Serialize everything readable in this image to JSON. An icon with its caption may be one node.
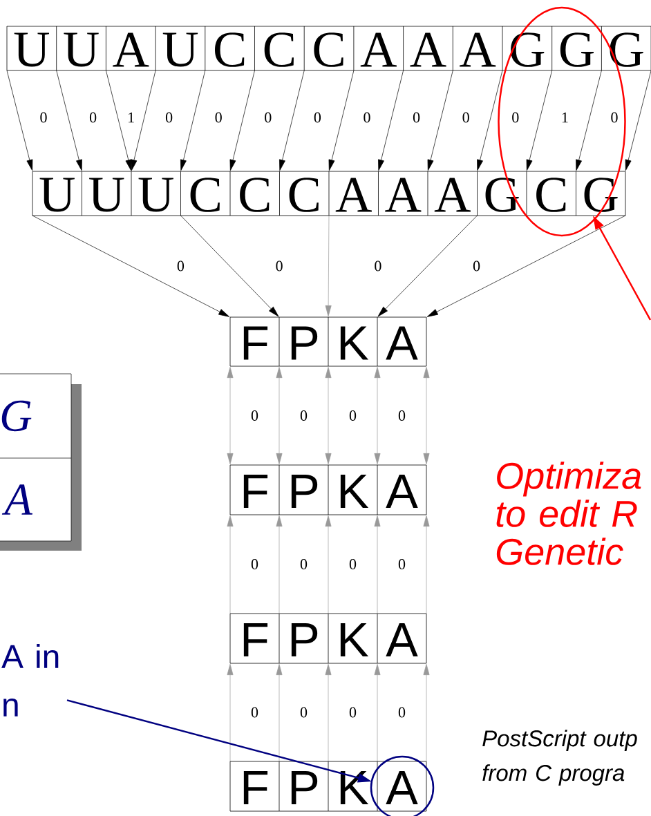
{
  "diagram": {
    "nodes": [
      {
        "text": [
          "U",
          "U",
          "A",
          "U",
          "C",
          "C",
          "C",
          "A",
          "A",
          "A",
          "G",
          "G",
          "G"
        ]
      },
      {
        "text": [
          "U",
          "U",
          "U",
          "C",
          "C",
          "C",
          "A",
          "A",
          "A",
          "G",
          "C",
          "G"
        ]
      },
      {
        "text": [
          "F",
          "P",
          "K",
          "A"
        ]
      },
      {
        "text": [
          "F",
          "P",
          "K",
          "A"
        ]
      },
      {
        "text": [
          "F",
          "P",
          "K",
          "A"
        ]
      },
      {
        "text": [
          "F",
          "P",
          "K",
          "A"
        ]
      },
      {
        "text": [
          "G",
          "A"
        ]
      },
      {
        "text": [
          "A in n"
        ]
      }
    ],
    "edges": [
      {
        "from": 0,
        "to": 1,
        "arrow": "to"
      },
      {
        "from": 0,
        "to": 1,
        "arrow": "to"
      },
      {
        "from": 0,
        "to": 1,
        "arrow": "to"
      },
      {
        "from": 0,
        "to": 1,
        "arrow": "to"
      },
      {
        "from": 0,
        "to": 1,
        "arrow": "to"
      },
      {
        "from": 0,
        "to": 1,
        "arrow": "to"
      },
      {
        "from": 0,
        "to": 1,
        "arrow": "to"
      },
      {
        "from": 0,
        "to": 1,
        "arrow": "to"
      },
      {
        "from": 0,
        "to": 1,
        "arrow": "to"
      },
      {
        "from": 0,
        "to": 1,
        "arrow": "to"
      },
      {
        "from": 0,
        "to": 1,
        "arrow": "to"
      },
      {
        "from": 0,
        "to": 1,
        "arrow": "to"
      },
      {
        "from": 0,
        "to": 1,
        "arrow": "to"
      },
      {
        "from": 0,
        "to": 1,
        "arrow": "to"
      },
      {
        "from": 1,
        "to": 2,
        "arrow": "to"
      },
      {
        "from": 1,
        "to": 2,
        "arrow": "to"
      },
      {
        "from": 1,
        "to": 2,
        "arrow": "to",
        "color": "#999999"
      },
      {
        "from": 1,
        "to": 2,
        "arrow": "to"
      },
      {
        "from": 1,
        "to": 2,
        "arrow": "to"
      },
      {
        "from": 2,
        "to": 3,
        "arrow": "both",
        "color": "#999999"
      },
      {
        "from": 2,
        "to": 3,
        "arrow": "both",
        "color": "#999999"
      },
      {
        "from": 2,
        "to": 3,
        "arrow": "both",
        "color": "#999999"
      },
      {
        "from": 2,
        "to": 3,
        "arrow": "both",
        "color": "#999999"
      },
      {
        "from": 2,
        "to": 3,
        "arrow": "both",
        "color": "#999999"
      },
      {
        "from": 4,
        "to": 3,
        "arrow": "to",
        "color": "#999999"
      },
      {
        "from": 4,
        "to": 3,
        "arrow": "to",
        "color": "#999999"
      },
      {
        "from": 4,
        "to": 3,
        "arrow": "to",
        "color": "#999999"
      },
      {
        "from": 4,
        "to": 3,
        "arrow": "to",
        "color": "#999999"
      },
      {
        "from": 4,
        "to": 3,
        "arrow": "to",
        "color": "#999999"
      },
      {
        "from": 5,
        "to": 4,
        "arrow": "to",
        "color": "#999999"
      },
      {
        "from": 5,
        "to": 4,
        "arrow": "to",
        "color": "#999999"
      },
      {
        "from": 5,
        "to": 4,
        "arrow": "to",
        "color": "#999999"
      },
      {
        "from": 5,
        "to": 4,
        "arrow": "to",
        "color": "#999999"
      },
      {
        "from": 5,
        "to": 4,
        "arrow": "to",
        "color": "#999999"
      },
      {
        "from": 7,
        "to": 5,
        "arrow": "to",
        "style": "thick",
        "color": "#000080"
      },
      {
        "from": null,
        "to": 1,
        "arrow": "to",
        "style": "thick",
        "color": "#ff0000"
      }
    ],
    "labels": [
      "0",
      "0",
      "1",
      "0",
      "0",
      "0",
      "0",
      "0",
      "0",
      "0",
      "0",
      "1",
      "0",
      "0",
      "0",
      "0",
      "0",
      "0",
      "0",
      "0",
      "0",
      "Optimiza to edit R Genetic",
      "0",
      "0",
      "0",
      "0",
      "0",
      "0",
      "0",
      "0",
      "PostScript outp from C progra"
    ]
  }
}
